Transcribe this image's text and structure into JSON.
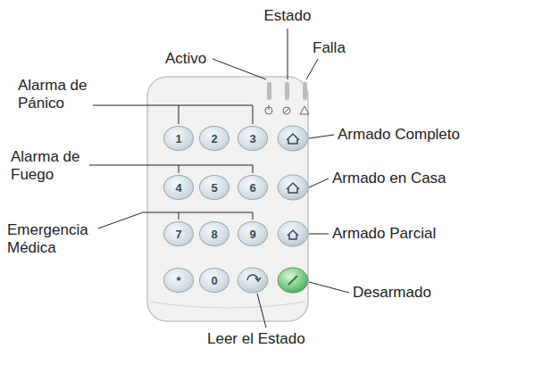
{
  "diagram": {
    "nodes": [
      {
        "text": [
          "1"
        ]
      },
      {
        "text": [
          "2"
        ]
      },
      {
        "text": [
          "3"
        ]
      },
      {
        "text": [
          "4"
        ]
      },
      {
        "text": [
          "5"
        ]
      },
      {
        "text": [
          "6"
        ]
      },
      {
        "text": [
          "7"
        ]
      },
      {
        "text": [
          "8"
        ]
      },
      {
        "text": [
          "9"
        ]
      },
      {
        "text": [
          "*"
        ]
      },
      {
        "text": [
          "0"
        ]
      }
    ],
    "labels": [
      "Estado",
      "Activo",
      "Falla",
      "Alarma de Pánico",
      "Armado Completo",
      "Alarma de Fuego",
      "Armado en Casa",
      "Emergencia Médica",
      "Armado Parcial",
      "Desarmado",
      "Leer el Estado"
    ]
  }
}
